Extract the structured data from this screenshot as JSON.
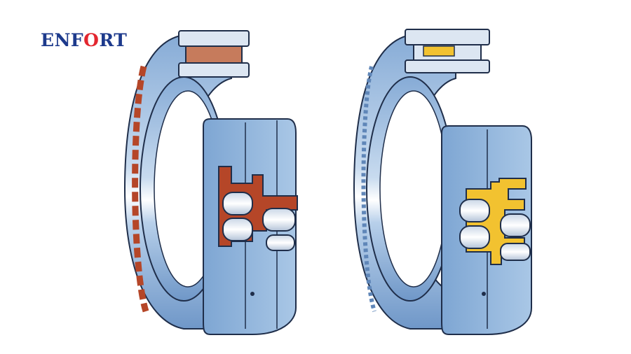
{
  "logo": {
    "text": "ENFORT",
    "brand_color": "#1d3a8c",
    "accent_color": "#e3262f"
  },
  "illustrations": [
    {
      "name": "bearing-brass-cage",
      "cage_color": "#b54628"
    },
    {
      "name": "bearing-polymer-cage",
      "cage_color": "#f2c230"
    }
  ],
  "colors": {
    "steel_light": "#a9c7e6",
    "steel_mid": "#7fa6d3",
    "steel_dark": "#5f86b8",
    "outline": "#1f2e4a",
    "roller": "#e6edf5"
  }
}
